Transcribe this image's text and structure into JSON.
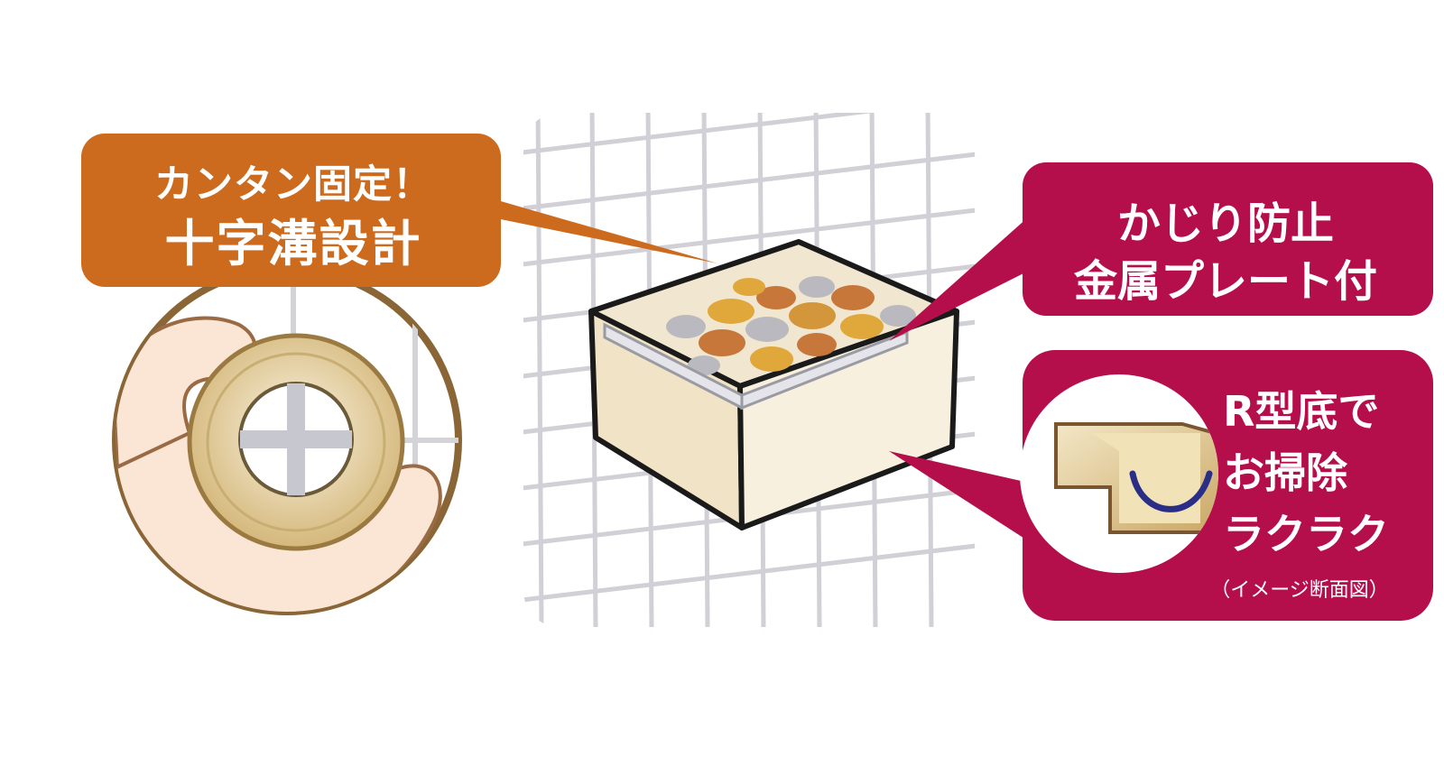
{
  "colors": {
    "orange_callout": "#cc6a1e",
    "magenta_callout": "#b50f4b",
    "box_fill": "#f6ecd6",
    "grid_wire": "#d4d4d8",
    "skin": "#fbe6d6",
    "gold": "#d9c089",
    "navy_curve": "#2a2e86"
  },
  "callouts": {
    "fixing": {
      "line1": "カンタン固定！",
      "line2": "十字溝設計"
    },
    "plate": {
      "line1": "かじり防止",
      "line2": "金属プレート付"
    },
    "bottom": {
      "line1": "R型底で",
      "line2": "お掃除",
      "line3": "ラクラク",
      "note": "（イメージ断面図）"
    }
  },
  "icons": [
    "hand-holding-screw-icon",
    "cross-groove-screw-icon",
    "feeder-box-icon",
    "wire-mesh-icon",
    "r-bottom-section-icon"
  ]
}
